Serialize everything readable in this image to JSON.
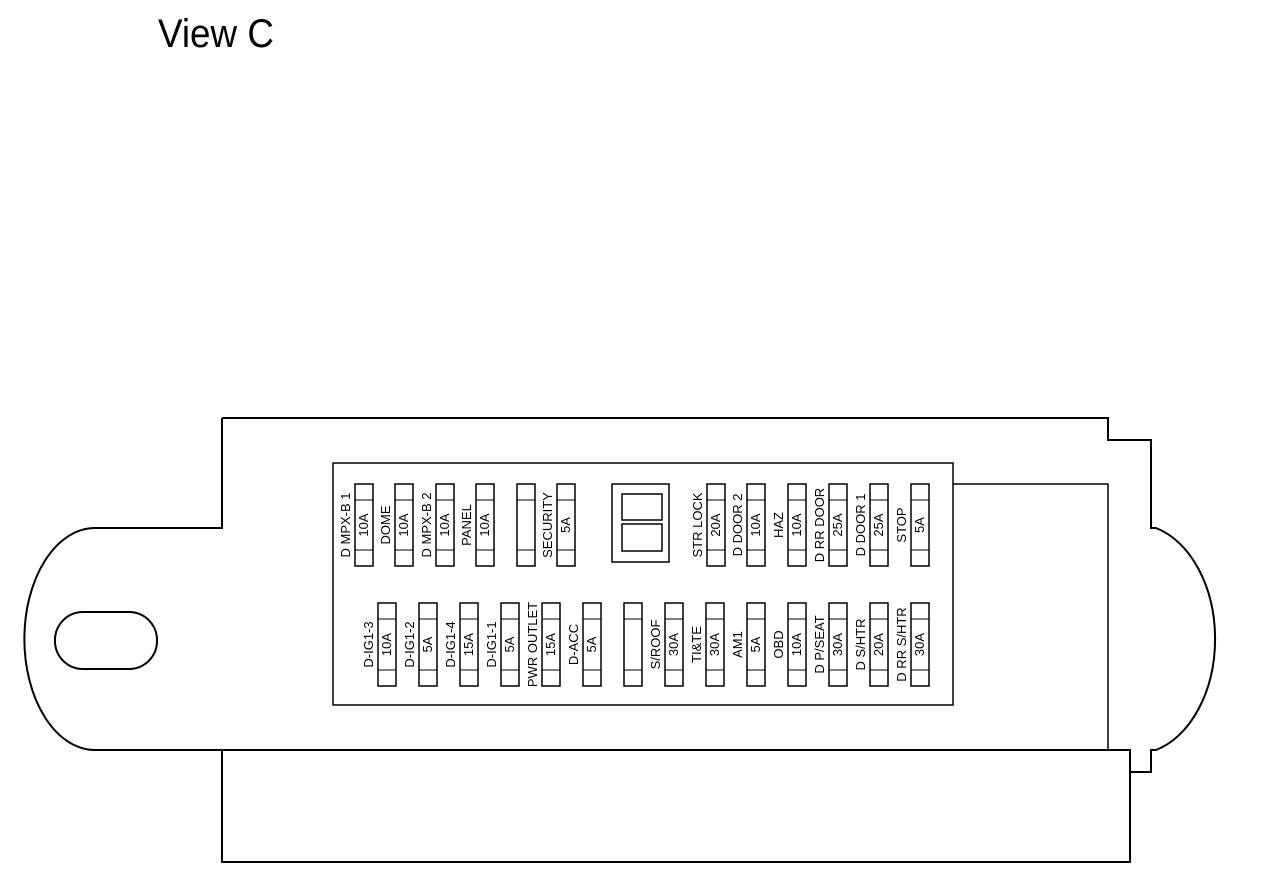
{
  "title": "View C",
  "fuses_top": [
    {
      "name": "D MPX-B 1",
      "rating": "10A"
    },
    {
      "name": "DOME",
      "rating": "10A"
    },
    {
      "name": "D MPX-B 2",
      "rating": "10A"
    },
    {
      "name": "PANEL",
      "rating": "10A"
    },
    {
      "name": "",
      "rating": ""
    },
    {
      "name": "SECURITY",
      "rating": "5A"
    },
    {
      "name": "STR LOCK",
      "rating": "20A"
    },
    {
      "name": "D DOOR 2",
      "rating": "10A"
    },
    {
      "name": "HAZ",
      "rating": "10A"
    },
    {
      "name": "D RR DOOR",
      "rating": "25A"
    },
    {
      "name": "D DOOR 1",
      "rating": "25A"
    },
    {
      "name": "STOP",
      "rating": "5A"
    }
  ],
  "fuses_bottom": [
    {
      "name": "D-IG1-3",
      "rating": "10A"
    },
    {
      "name": "D-IG1-2",
      "rating": "5A"
    },
    {
      "name": "D-IG1-4",
      "rating": "15A"
    },
    {
      "name": "D-IG1-1",
      "rating": "5A"
    },
    {
      "name": "PWR OUTLET",
      "rating": "15A"
    },
    {
      "name": "D-ACC",
      "rating": "5A"
    },
    {
      "name": "",
      "rating": ""
    },
    {
      "name": "S/ROOF",
      "rating": "30A"
    },
    {
      "name": "TI&TE",
      "rating": "30A"
    },
    {
      "name": "AM1",
      "rating": "5A"
    },
    {
      "name": "OBD",
      "rating": "10A"
    },
    {
      "name": "D P/SEAT",
      "rating": "30A"
    },
    {
      "name": "D S/HTR",
      "rating": "20A"
    },
    {
      "name": "D RR S/HTR",
      "rating": "30A"
    }
  ]
}
